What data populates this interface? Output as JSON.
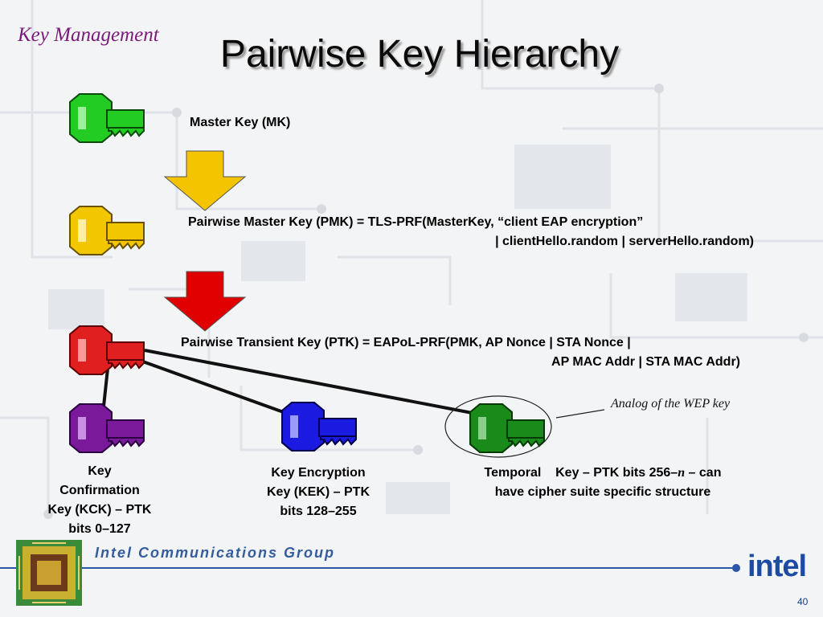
{
  "slide": {
    "section_title": "Key Management",
    "title": "Pairwise Key Hierarchy",
    "page_number": "40"
  },
  "keys": {
    "mk": {
      "label": "Master Key (MK)",
      "color": "#22cc22"
    },
    "pmk": {
      "line1": "Pairwise Master Key (PMK) = TLS-PRF(MasterKey, “client EAP encryption”",
      "line2": "| clientHello.random | serverHello.random)",
      "color": "#f2c600"
    },
    "ptk": {
      "line1": "Pairwise Transient Key (PTK) = EAPoL-PRF(PMK, AP Nonce | STA Nonce |",
      "line2": "AP MAC Addr | STA MAC Addr)",
      "color": "#e02020"
    },
    "kck": {
      "line1": "Key",
      "line2": "Confirmation",
      "line3": "Key (KCK) – PTK",
      "line4": "bits 0–127",
      "color": "#7a1a9a"
    },
    "kek": {
      "line1": "Key Encryption",
      "line2": "Key (KEK) – PTK",
      "line3": "bits 128–255",
      "color": "#1a1ae0"
    },
    "tk": {
      "line1_pre": "Temporal    Key – PTK bits 256–",
      "line1_n": "n",
      "line1_post": " – can",
      "line2": "have cipher suite specific structure",
      "color": "#1a8a1a"
    }
  },
  "arrows": {
    "first_color": "#f5c400",
    "second_color": "#e00000"
  },
  "annotation": {
    "text": "Analog of the WEP key"
  },
  "footer": {
    "group_name": "Intel Communications Group",
    "logo_text": "intel"
  },
  "colors": {
    "footer_line": "#2a55a8",
    "title_section": "#7a1a7a"
  }
}
